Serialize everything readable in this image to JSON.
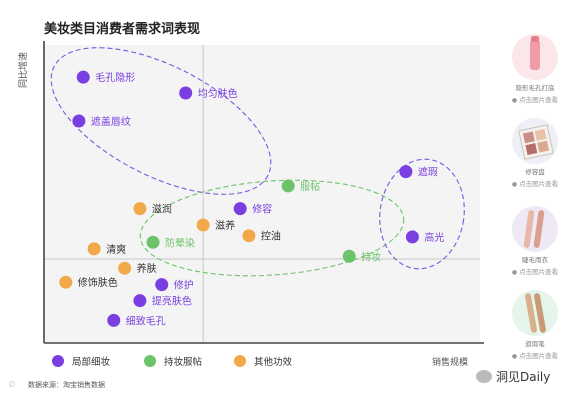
{
  "title": "美妆类目消费者需求词表现",
  "source": "数据来源：淘宝销售数据",
  "watermark_left": "©",
  "brand": "洞见Daily",
  "colors": {
    "purple": "#7a3fe0",
    "green": "#6cc36a",
    "orange": "#f2a94a",
    "ellipse_purple": "#7a5ae0",
    "ellipse_green": "#6cc36a"
  },
  "chart_data": {
    "type": "scatter",
    "title": "美妆类目消费者需求词表现",
    "xlabel": "销售规模",
    "ylabel": "同比增速",
    "xlim": [
      0,
      100
    ],
    "ylim": [
      0,
      100
    ],
    "grid": false,
    "divider": {
      "x": 36.5,
      "y": 28.2
    },
    "series": [
      {
        "name": "局部细妆",
        "color": "#7a3fe0",
        "points": [
          {
            "label": "毛孔隐形",
            "x": 9,
            "y": 89.2
          },
          {
            "label": "均匀肤色",
            "x": 32.5,
            "y": 83.9
          },
          {
            "label": "遮盖唇纹",
            "x": 8,
            "y": 74.5
          },
          {
            "label": "修容",
            "x": 45,
            "y": 45.1
          },
          {
            "label": "遮瑕",
            "x": 83,
            "y": 57.5
          },
          {
            "label": "高光",
            "x": 84.5,
            "y": 35.6
          },
          {
            "label": "修护",
            "x": 27,
            "y": 19.6
          },
          {
            "label": "提亮肤色",
            "x": 22,
            "y": 14.2
          },
          {
            "label": "细致毛孔",
            "x": 16,
            "y": 7.6
          }
        ]
      },
      {
        "name": "持妆服帖",
        "color": "#6cc36a",
        "points": [
          {
            "label": "服帖",
            "x": 56,
            "y": 52.7
          },
          {
            "label": "防晕染",
            "x": 25,
            "y": 33.8
          },
          {
            "label": "持妆",
            "x": 70,
            "y": 29.1
          }
        ]
      },
      {
        "name": "其他功效",
        "color": "#f2a94a",
        "points": [
          {
            "label": "滋润",
            "x": 22,
            "y": 45.1
          },
          {
            "label": "滋养",
            "x": 36.5,
            "y": 39.6
          },
          {
            "label": "控油",
            "x": 47,
            "y": 36.0
          },
          {
            "label": "清爽",
            "x": 11.5,
            "y": 31.6
          },
          {
            "label": "养肤",
            "x": 18.5,
            "y": 25.1
          },
          {
            "label": "修饰肤色",
            "x": 5,
            "y": 20.4
          }
        ]
      }
    ],
    "legend": {
      "position": "bottom-left"
    }
  },
  "products": [
    {
      "name": "隐形毛孔打底",
      "link": "点击图片查看",
      "icon": "primer-tube-icon",
      "bg": "#fbe7ea",
      "accent": "#f29aa5"
    },
    {
      "name": "修容盘",
      "link": "点击图片查看",
      "icon": "contour-palette-icon",
      "bg": "#eef0f5",
      "accent": "#c98f86"
    },
    {
      "name": "睫毛雨衣",
      "link": "点击图片查看",
      "icon": "mascara-icon",
      "bg": "#efe8f5",
      "accent": "#e8b9a8"
    },
    {
      "name": "遮瑕笔",
      "link": "点击图片查看",
      "icon": "concealer-pen-icon",
      "bg": "#e6f5ec",
      "accent": "#d9b08c"
    }
  ]
}
